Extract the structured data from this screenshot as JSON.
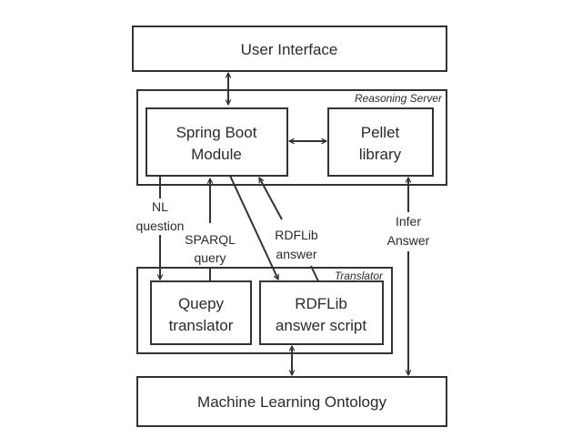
{
  "boxes": {
    "user_interface": "User Interface",
    "reasoning_server": "Reasoning Server",
    "spring_boot": [
      "Spring Boot",
      "Module"
    ],
    "pellet": [
      "Pellet",
      "library"
    ],
    "translator": "Translator",
    "quepy": [
      "Quepy",
      "translator"
    ],
    "rdflib_script": [
      "RDFLib",
      "answer script"
    ],
    "ml_ontology": "Machine Learning Ontology"
  },
  "edge_labels": {
    "nl_question": [
      "NL",
      "question"
    ],
    "sparql_query": [
      "SPARQL",
      "query"
    ],
    "rdflib_answer": [
      "RDFLib",
      "answer"
    ],
    "infer_answer": [
      "Infer",
      "Answer"
    ]
  }
}
